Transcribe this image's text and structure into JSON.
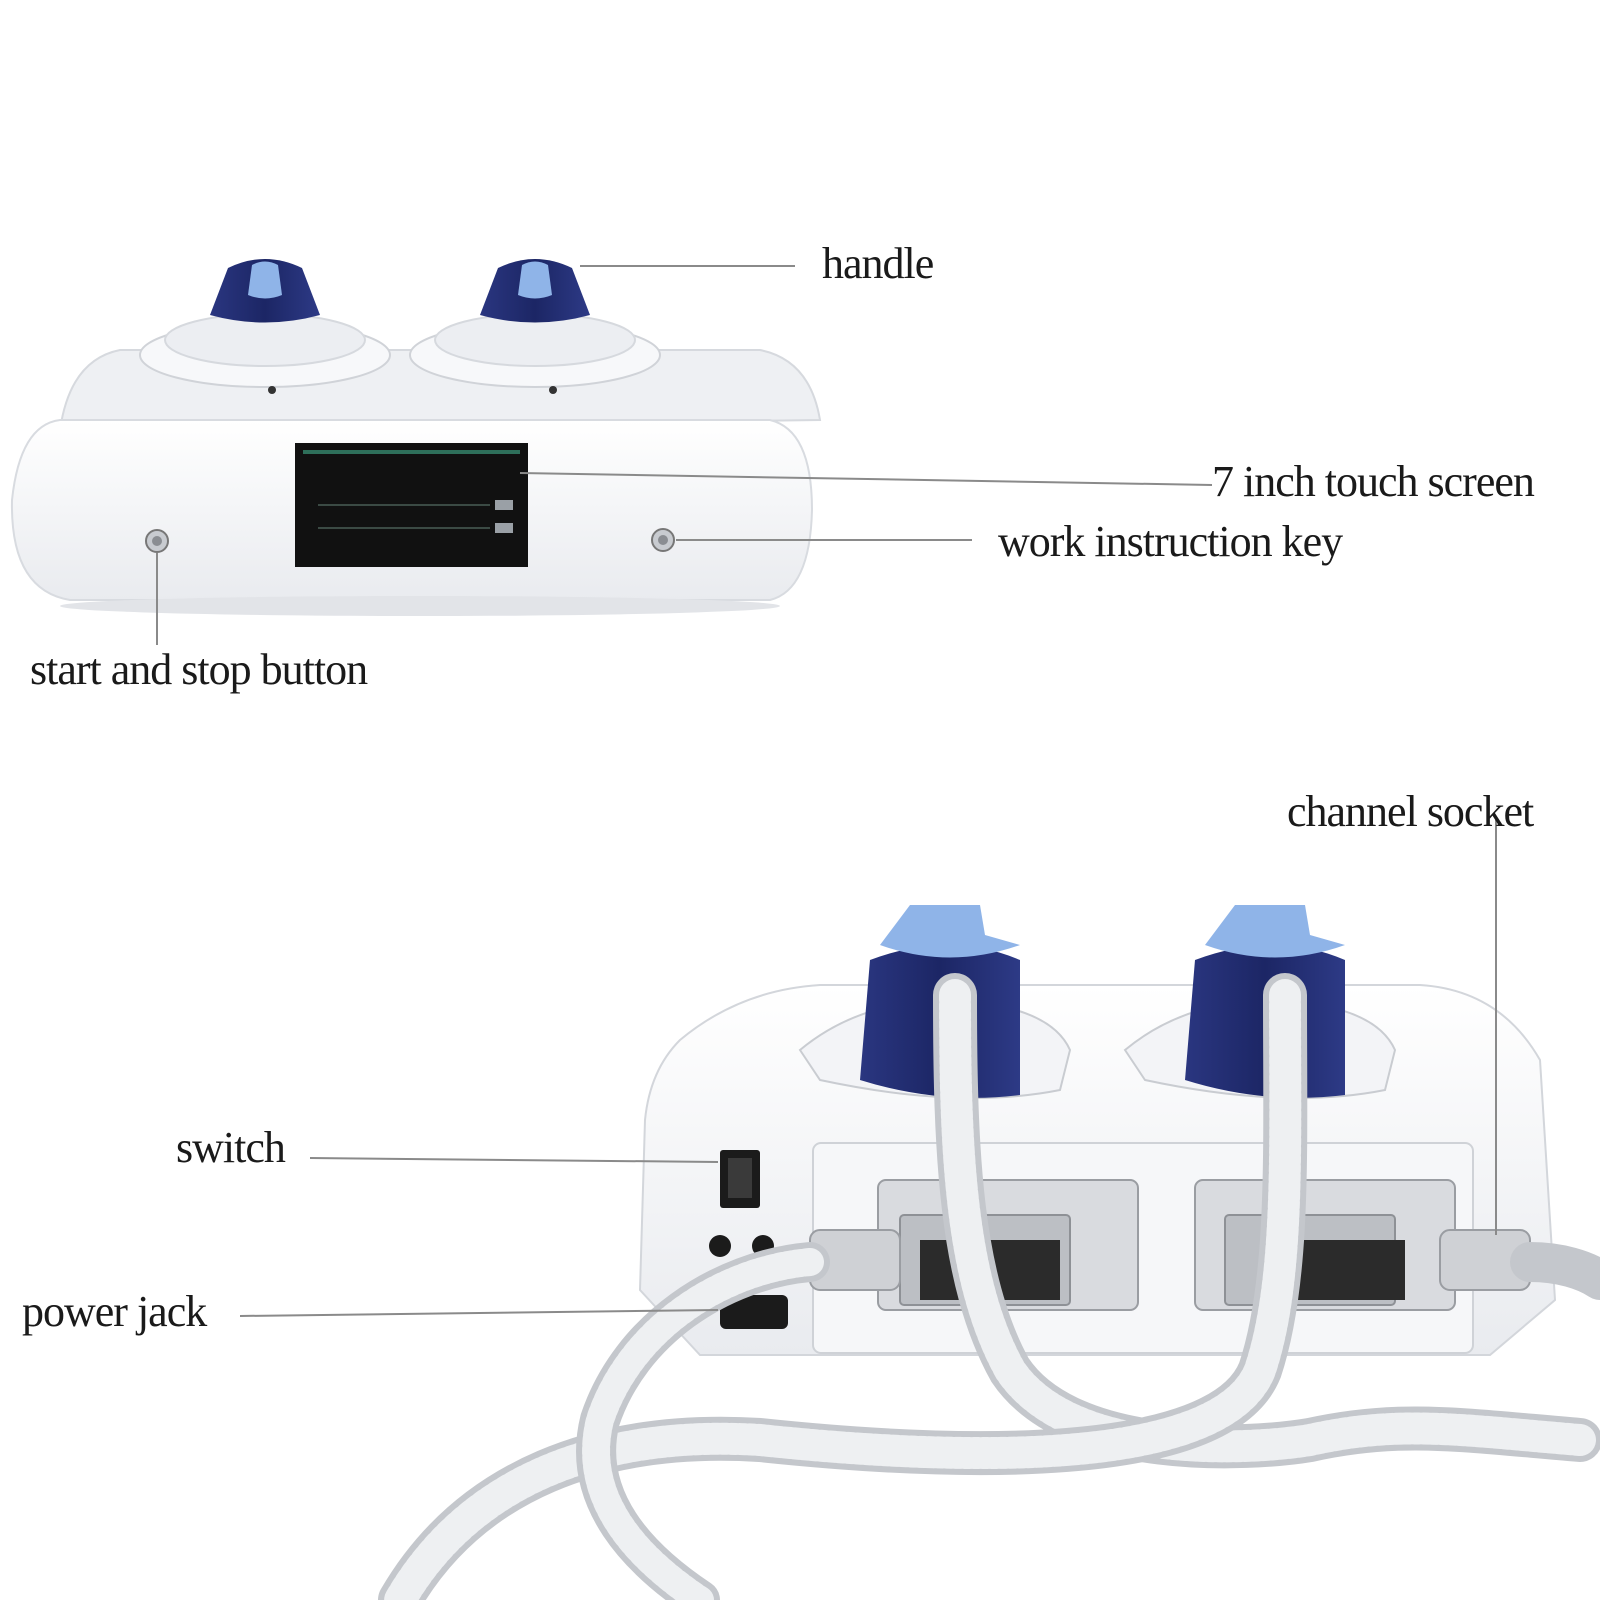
{
  "labels": {
    "handle": "handle",
    "touch_screen": "7 inch touch screen",
    "work_instruction_key": "work instruction key",
    "start_stop_button": "start and stop button",
    "channel_socket": "channel socket",
    "switch": "switch",
    "power_jack": "power jack"
  },
  "colors": {
    "device_body": "#f4f5f8",
    "handle_navy": "#1f2a6b",
    "handle_light_blue": "#8fb4e8",
    "screen_black": "#111111",
    "leader_line": "#8a8a8a",
    "hose": "#dfe1e4"
  },
  "icons": [
    "handle-icon",
    "touch-screen-icon",
    "button-icon",
    "switch-icon",
    "power-jack-icon",
    "channel-socket-icon",
    "hose-icon"
  ]
}
